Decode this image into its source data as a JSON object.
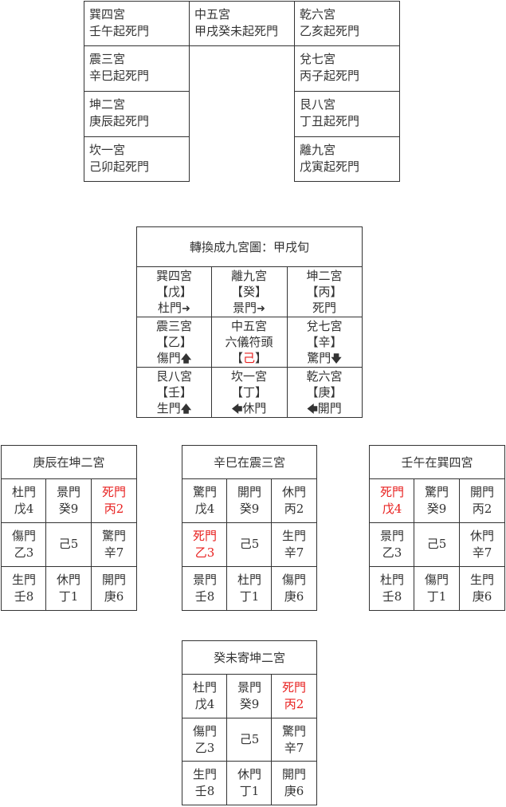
{
  "top_grid": {
    "cells": [
      {
        "palace": "巽四宮",
        "text": "壬午起死門"
      },
      {
        "palace": "中五宮",
        "text": "甲戌癸未起死門"
      },
      {
        "palace": "乾六宮",
        "text": "乙亥起死門"
      },
      {
        "palace": "震三宮",
        "text": "辛巳起死門"
      },
      {
        "palace": "兌七宮",
        "text": "丙子起死門"
      },
      {
        "palace": "坤二宮",
        "text": "庚辰起死門"
      },
      {
        "palace": "艮八宮",
        "text": "丁丑起死門"
      },
      {
        "palace": "坎一宮",
        "text": "己卯起死門"
      },
      {
        "palace": "離九宮",
        "text": "戊寅起死門"
      }
    ]
  },
  "nine_palace": {
    "title": "轉換成九宮圖：甲戌旬",
    "cells": [
      {
        "palace": "巽四宮",
        "stem": "【戊】",
        "gate": "杜門",
        "arrow_after": "➜"
      },
      {
        "palace": "離九宮",
        "stem": "【癸】",
        "gate": "景門",
        "arrow_after": "➜"
      },
      {
        "palace": "坤二宮",
        "stem": "【丙】",
        "gate": "死門"
      },
      {
        "palace": "震三宮",
        "stem": "【乙】",
        "gate": "傷門",
        "arrow_after": "🡅"
      },
      {
        "palace": "中五宮",
        "stem": "六儀符頭",
        "gate_prefix": "【",
        "gate_red": "己",
        "gate_suffix": "】"
      },
      {
        "palace": "兌七宮",
        "stem": "【辛】",
        "gate": "驚門",
        "arrow_after": "🡇"
      },
      {
        "palace": "艮八宮",
        "stem": "【壬】",
        "gate": "生門",
        "arrow_after": "🡅"
      },
      {
        "palace": "坎一宮",
        "stem": "【丁】",
        "gate": "休門",
        "arrow_before": "🡄"
      },
      {
        "palace": "乾六宮",
        "stem": "【庚】",
        "gate": "開門",
        "arrow_before": "🡄"
      }
    ]
  },
  "charts": [
    {
      "title": "庚辰在坤二宮",
      "cells": [
        {
          "gate": "杜門",
          "value": "戊4"
        },
        {
          "gate": "景門",
          "value": "癸9"
        },
        {
          "gate": "死門",
          "value": "丙2",
          "highlight": true
        },
        {
          "gate": "傷門",
          "value": "乙3"
        },
        {
          "gate": "",
          "value": "己5"
        },
        {
          "gate": "驚門",
          "value": "辛7"
        },
        {
          "gate": "生門",
          "value": "壬8"
        },
        {
          "gate": "休門",
          "value": "丁1"
        },
        {
          "gate": "開門",
          "value": "庚6"
        }
      ]
    },
    {
      "title": "辛巳在震三宮",
      "cells": [
        {
          "gate": "驚門",
          "value": "戊4"
        },
        {
          "gate": "開門",
          "value": "癸9"
        },
        {
          "gate": "休門",
          "value": "丙2"
        },
        {
          "gate": "死門",
          "value": "乙3",
          "highlight": true
        },
        {
          "gate": "",
          "value": "己5"
        },
        {
          "gate": "生門",
          "value": "辛7"
        },
        {
          "gate": "景門",
          "value": "壬8"
        },
        {
          "gate": "杜門",
          "value": "丁1"
        },
        {
          "gate": "傷門",
          "value": "庚6"
        }
      ]
    },
    {
      "title": "壬午在巽四宮",
      "cells": [
        {
          "gate": "死門",
          "value": "戊4",
          "highlight": true
        },
        {
          "gate": "驚門",
          "value": "癸9"
        },
        {
          "gate": "開門",
          "value": "丙2"
        },
        {
          "gate": "景門",
          "value": "乙3"
        },
        {
          "gate": "",
          "value": "己5"
        },
        {
          "gate": "休門",
          "value": "辛7"
        },
        {
          "gate": "杜門",
          "value": "壬8"
        },
        {
          "gate": "傷門",
          "value": "丁1"
        },
        {
          "gate": "生門",
          "value": "庚6"
        }
      ]
    },
    {
      "title": "癸未寄坤二宮",
      "cells": [
        {
          "gate": "杜門",
          "value": "戊4"
        },
        {
          "gate": "景門",
          "value": "癸9"
        },
        {
          "gate": "死門",
          "value": "丙2",
          "highlight": true
        },
        {
          "gate": "傷門",
          "value": "乙3"
        },
        {
          "gate": "",
          "value": "己5"
        },
        {
          "gate": "驚門",
          "value": "辛7"
        },
        {
          "gate": "生門",
          "value": "壬8"
        },
        {
          "gate": "休門",
          "value": "丁1"
        },
        {
          "gate": "開門",
          "value": "庚6"
        }
      ]
    }
  ],
  "colors": {
    "highlight": "#e8201f",
    "border": "#333333"
  }
}
